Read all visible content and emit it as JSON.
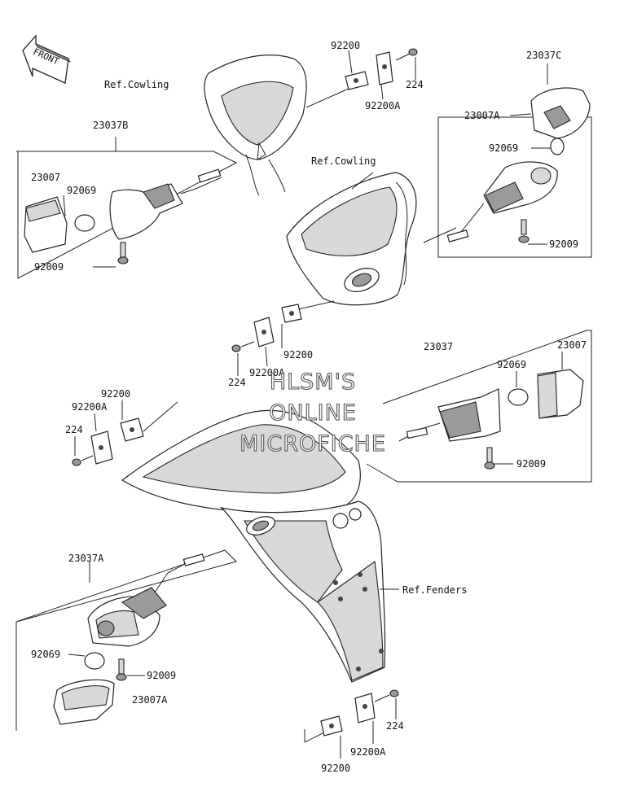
{
  "front_badge": "FRONT",
  "refs": {
    "cowling_left": "Ref.Cowling",
    "cowling_center": "Ref.Cowling",
    "fenders": "Ref.Fenders"
  },
  "labels": {
    "top_92200": "92200",
    "top_224": "224",
    "top_92200A": "92200A",
    "tr_23037C": "23037C",
    "tr_23007A": "23007A",
    "tr_92069": "92069",
    "tr_92009": "92009",
    "tl_23037B": "23037B",
    "tl_23007": "23007",
    "tl_92069": "92069",
    "tl_92009": "92009",
    "mid_224": "224",
    "mid_92200A": "92200A",
    "mid_92200": "92200",
    "mr_23037": "23037",
    "mr_23007": "23007",
    "mr_92069": "92069",
    "mr_92009": "92009",
    "ml_92200": "92200",
    "ml_92200A": "92200A",
    "ml_224": "224",
    "bl_23037A": "23037A",
    "bl_92069": "92069",
    "bl_92009": "92009",
    "bl_23007A": "23007A",
    "bot_224": "224",
    "bot_92200A": "92200A",
    "bot_92200": "92200"
  },
  "watermark": {
    "line1": "HLSM'S",
    "line2": "ONLINE",
    "line3": "MICROFICHE"
  }
}
